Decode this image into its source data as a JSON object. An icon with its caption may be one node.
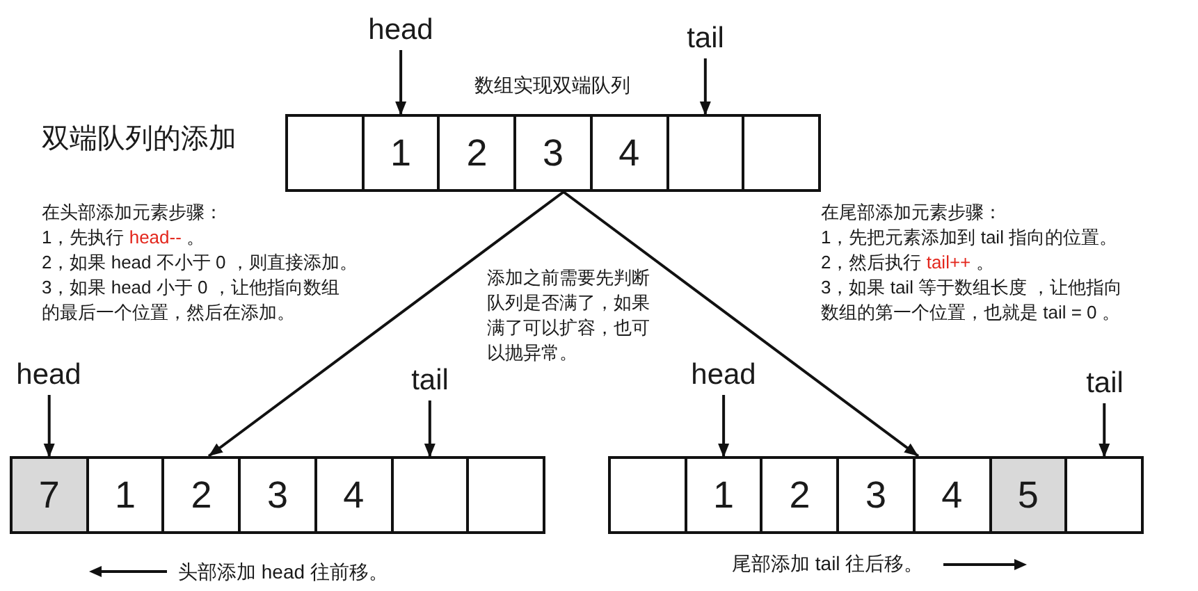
{
  "diagram": {
    "title": "双端队列的添加",
    "nodes": [
      {
        "text": [
          "head"
        ]
      },
      {
        "text": [
          "tail"
        ]
      },
      {
        "text": [],
        "shape": "box",
        "beside": [
          "数组实现双端队列"
        ]
      },
      {
        "text": [],
        "shape": "box",
        "in": 2
      },
      {
        "text": [
          "1"
        ],
        "in": 2
      },
      {
        "text": [
          "2"
        ],
        "in": 2
      },
      {
        "text": [
          "3"
        ],
        "in": 2
      },
      {
        "text": [
          "4"
        ],
        "in": 2
      },
      {
        "text": [],
        "shape": "box",
        "in": 2
      },
      {
        "text": [],
        "shape": "box",
        "in": 2
      },
      {
        "text": [
          "head"
        ]
      },
      {
        "text": [
          "tail"
        ]
      },
      {
        "text": [
          "head"
        ]
      },
      {
        "text": [
          "tail"
        ]
      },
      {
        "text": [],
        "shape": "box"
      },
      {
        "text": [
          "7"
        ],
        "in": 14
      },
      {
        "text": [
          "1"
        ],
        "in": 14
      },
      {
        "text": [
          "2"
        ],
        "in": 14
      },
      {
        "text": [
          "3"
        ],
        "in": 14
      },
      {
        "text": [
          "4"
        ],
        "in": 14
      },
      {
        "text": [],
        "shape": "box",
        "in": 14
      },
      {
        "text": [],
        "shape": "box",
        "in": 14
      },
      {
        "text": [],
        "shape": "box"
      },
      {
        "text": [],
        "shape": "box",
        "in": 22
      },
      {
        "text": [
          "1"
        ],
        "in": 22
      },
      {
        "text": [
          "2"
        ],
        "in": 22
      },
      {
        "text": [
          "3"
        ],
        "in": 22
      },
      {
        "text": [
          "4"
        ],
        "in": 22
      },
      {
        "text": [
          "5"
        ],
        "in": 22
      },
      {
        "text": [],
        "shape": "box",
        "in": 22
      }
    ],
    "edges": [
      {
        "from": 0,
        "to": 4,
        "arrow": "to"
      },
      {
        "from": 1,
        "to": 8,
        "arrow": "to"
      },
      {
        "from": 2,
        "to": 14,
        "arrow": "to"
      },
      {
        "from": 2,
        "to": 22,
        "arrow": "to"
      },
      {
        "from": 10,
        "to": 15,
        "arrow": "to"
      },
      {
        "from": 11,
        "to": 20,
        "arrow": "to"
      },
      {
        "from": 12,
        "to": 24,
        "arrow": "to"
      },
      {
        "from": 13,
        "to": 29,
        "arrow": "to"
      }
    ],
    "labels": [
      "在头部添加元素步骤：",
      "1，先执行 **head--** 。",
      "2，如果 head 不小于 0 ，则直接添加。",
      "3，如果 head 小于 0 ，让他指向数组的最后一个位置，然后在添加。",
      "添加之前需要先判断队列是否满了，如果满了可以扩容，也可以抛异常。",
      "在尾部添加元素步骤：",
      "1，先把元素添加到 tail 指向的位置。",
      "2，然后执行 **tail++** 。",
      "3，如果 tail 等于数组长度 ，让他指向数组的第一个位置，也就是 tail = 0 。",
      "头部添加 head 往前移。",
      "尾部添加 tail 往后移。"
    ]
  }
}
